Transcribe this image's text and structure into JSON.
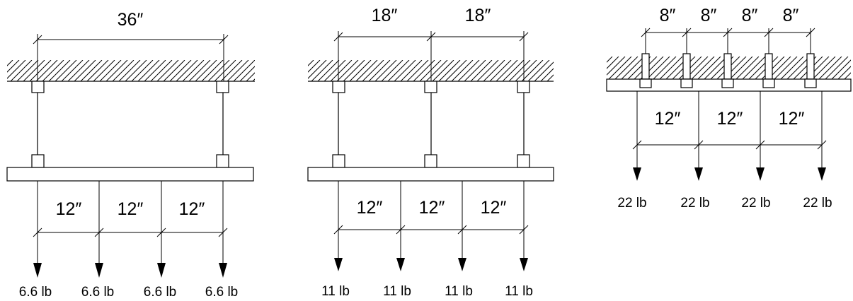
{
  "panels": [
    {
      "top_dims": [
        "36″"
      ],
      "span_dims": [
        "12″",
        "12″",
        "12″"
      ],
      "loads": [
        "6.6 lb",
        "6.6 lb",
        "6.6 lb",
        "6.6 lb"
      ]
    },
    {
      "top_dims": [
        "18″",
        "18″"
      ],
      "span_dims": [
        "12″",
        "12″",
        "12″"
      ],
      "loads": [
        "11 lb",
        "11 lb",
        "11 lb",
        "11 lb"
      ]
    },
    {
      "top_dims": [
        "8″",
        "8″",
        "8″",
        "8″"
      ],
      "span_dims": [
        "12″",
        "12″",
        "12″"
      ],
      "loads": [
        "22 lb",
        "22 lb",
        "22 lb",
        "22 lb"
      ]
    }
  ]
}
